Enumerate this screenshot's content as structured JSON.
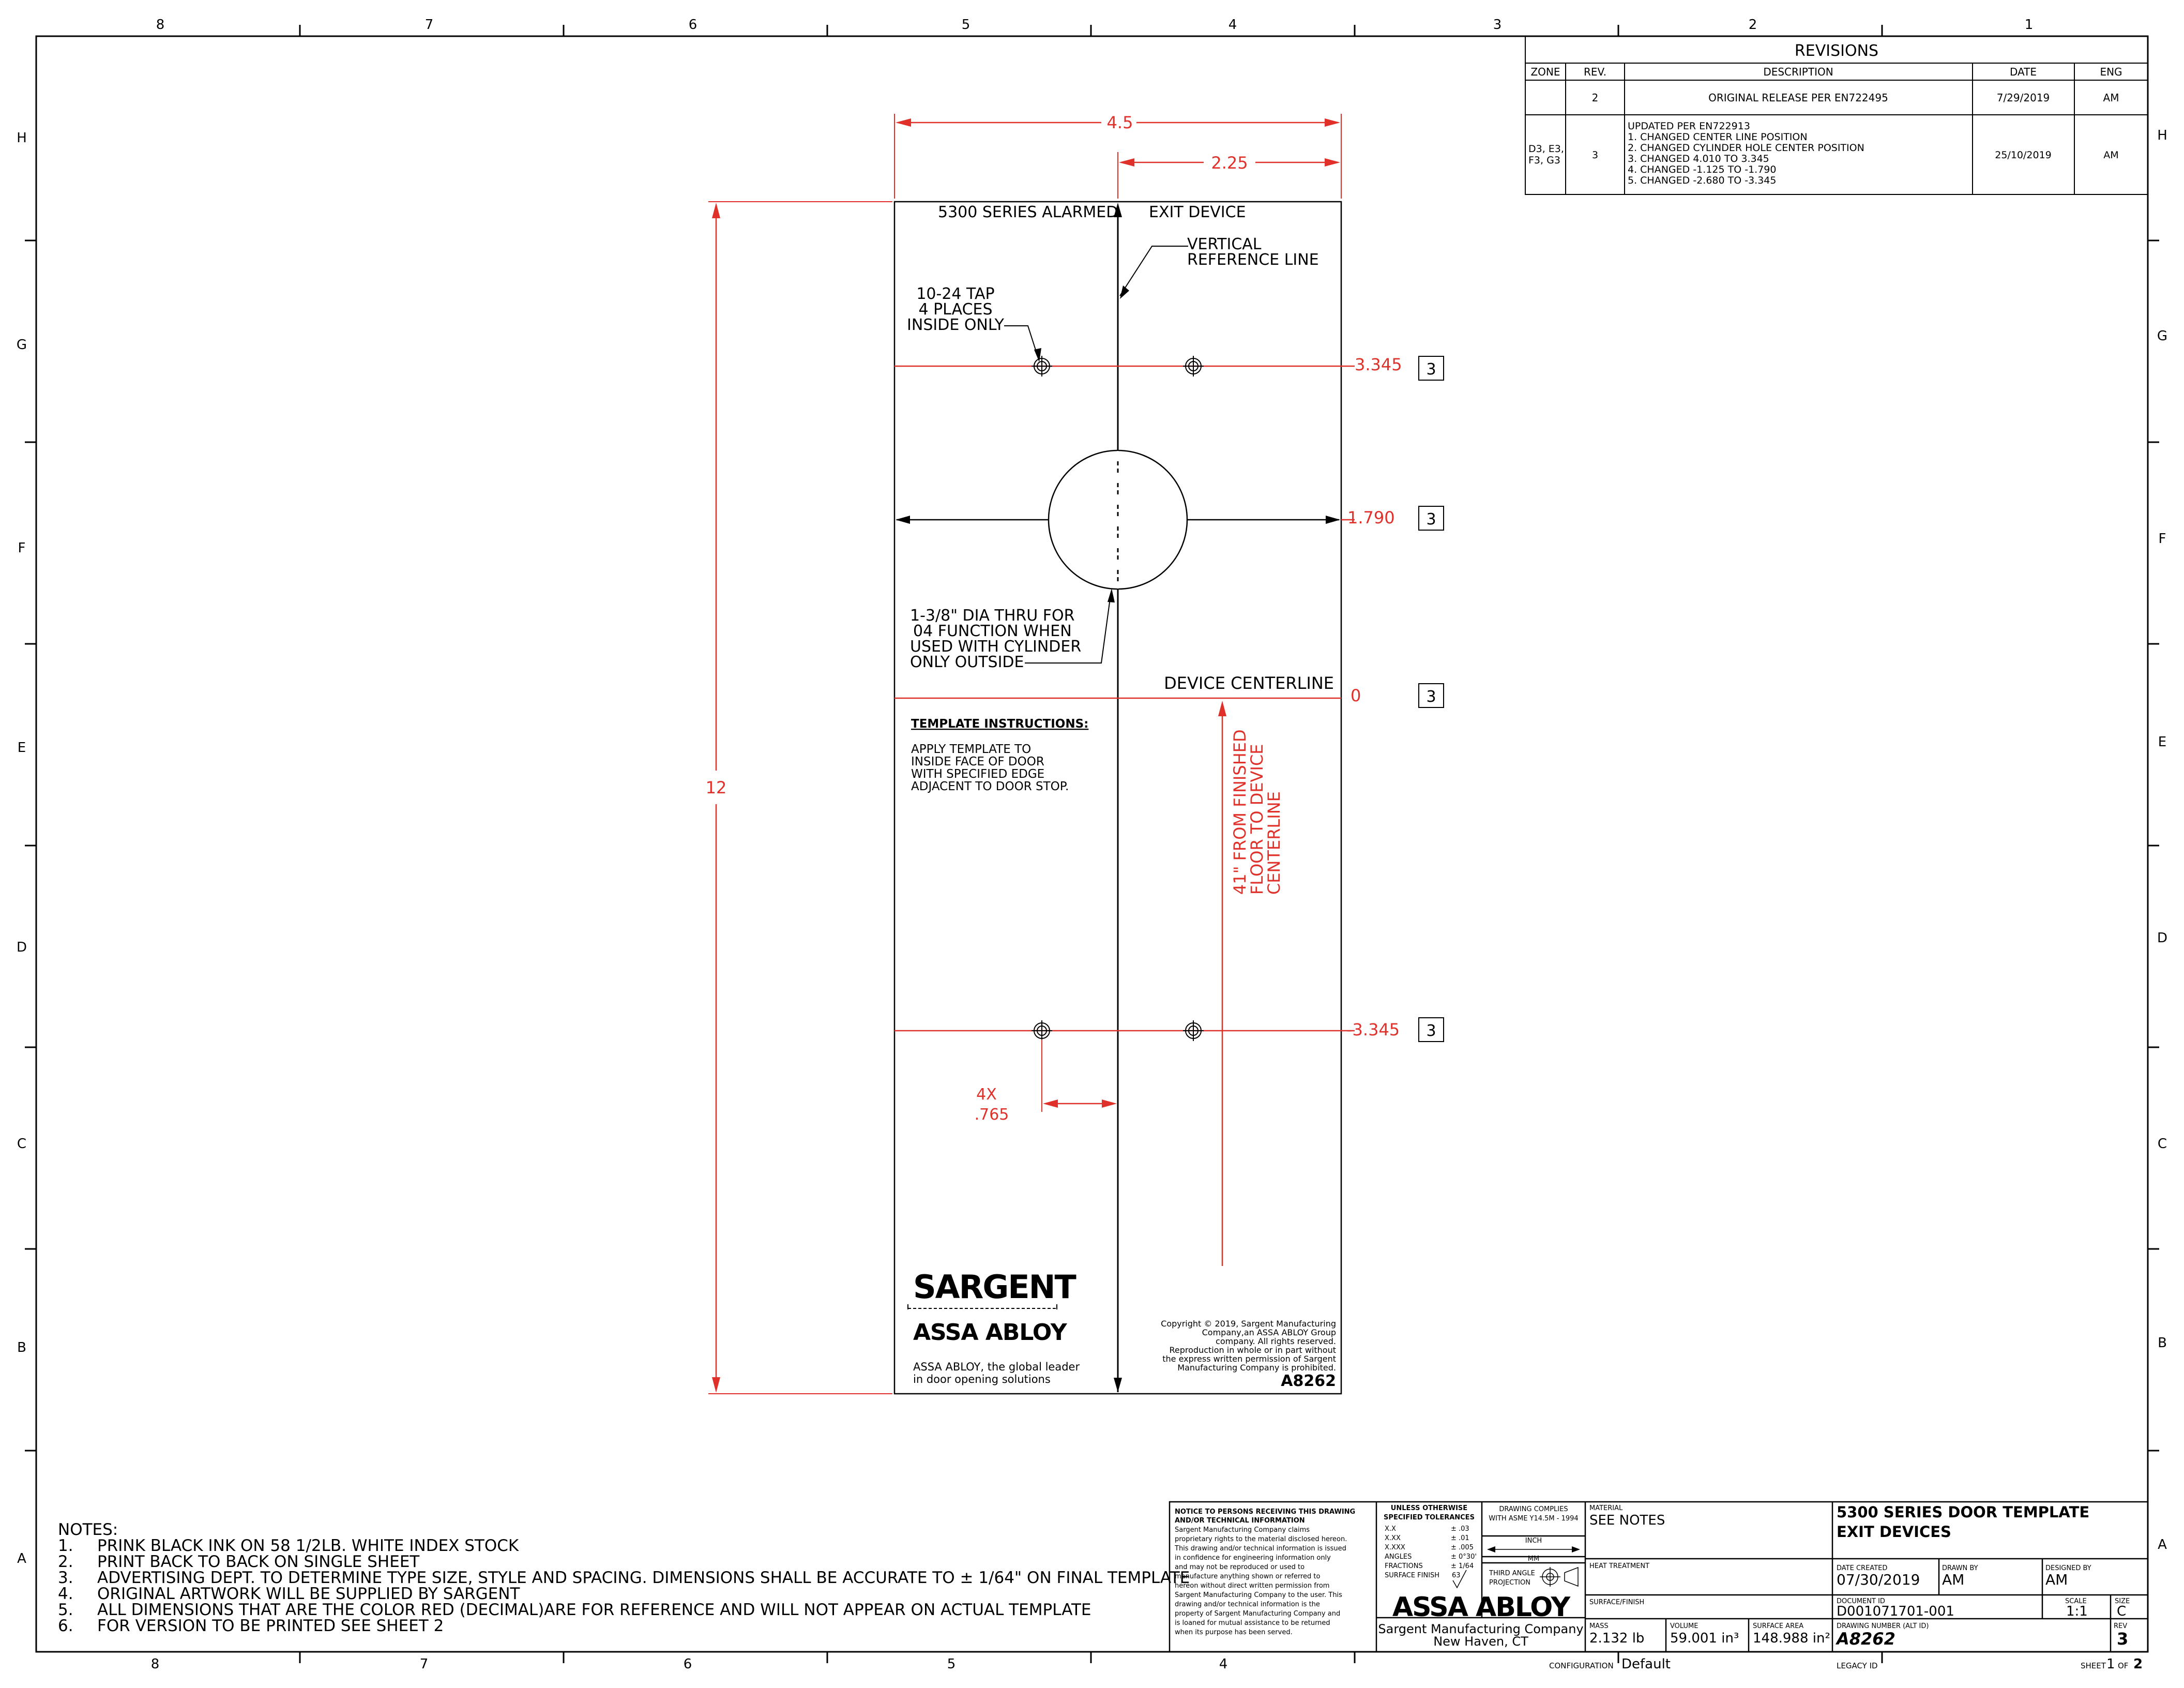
{
  "sheet": {
    "zones_top": [
      "8",
      "7",
      "6",
      "5",
      "4",
      "3",
      "2",
      "1"
    ],
    "zones_side": [
      "H",
      "G",
      "F",
      "E",
      "D",
      "C",
      "B",
      "A"
    ]
  },
  "revisions": {
    "title": "REVISIONS",
    "headers": [
      "ZONE",
      "REV.",
      "DESCRIPTION",
      "DATE",
      "ENG"
    ],
    "rows": [
      {
        "zone": [],
        "rev": "2",
        "description": [
          "ORIGINAL RELEASE PER EN722495"
        ],
        "date": "7/29/2019",
        "eng": "AM"
      },
      {
        "zone": [
          "D3, E3,",
          "F3, G3"
        ],
        "rev": "3",
        "description": [
          "UPDATED PER EN722913",
          "1. CHANGED CENTER LINE POSITION",
          "2. CHANGED CYLINDER HOLE CENTER POSITION",
          "3. CHANGED 4.010 TO 3.345",
          "4. CHANGED -1.125 TO -1.790",
          "5. CHANGED -2.680 TO -3.345"
        ],
        "date": "25/10/2019",
        "eng": "AM"
      }
    ]
  },
  "template": {
    "title_left": "5300 SERIES ALARMED",
    "title_right": "EXIT DEVICE",
    "vertical_ref": [
      "VERTICAL",
      "REFERENCE LINE"
    ],
    "tap_note": [
      "10-24 TAP",
      "4 PLACES",
      "INSIDE ONLY"
    ],
    "cyl_note": [
      "1-3/8\" DIA THRU FOR",
      "04 FUNCTION WHEN",
      "USED WITH CYLINDER",
      "ONLY OUTSIDE"
    ],
    "device_centerline": "DEVICE CENTERLINE",
    "instructions_title": "TEMPLATE INSTRUCTIONS:",
    "instructions": [
      "APPLY TEMPLATE TO",
      "INSIDE FACE OF DOOR",
      "WITH SPECIFIED EDGE",
      "ADJACENT TO DOOR STOP."
    ],
    "vertical_note": [
      "41\" FROM FINISHED",
      "FLOOR TO DEVICE",
      "CENTERLINE"
    ],
    "brand": "SARGENT",
    "brand_sub": "ASSA ABLOY",
    "tagline": [
      "ASSA ABLOY, the global leader",
      "in door opening solutions"
    ],
    "copyright": [
      "Copyright © 2019, Sargent Manufacturing",
      "Company,an ASSA ABLOY Group",
      "company. All rights reserved.",
      "Reproduction in whole or in part without",
      "the express written permission of Sargent",
      "Manufacturing Company is prohibited."
    ],
    "part_no": "A8262"
  },
  "dimensions": {
    "width": "4.5",
    "half_width": "2.25",
    "height": "12",
    "top_holes": "3.345",
    "cyl_hole": "1.790",
    "centerline": "0",
    "bottom_holes": "-3.345",
    "hole_offset": [
      "4X",
      ".765"
    ],
    "rev_tag": "3"
  },
  "notes": {
    "title": "NOTES:",
    "items": [
      {
        "num": "1.",
        "text": "PRINK BLACK INK ON 58 1/2LB. WHITE INDEX STOCK"
      },
      {
        "num": "2.",
        "text": "PRINT BACK TO BACK ON SINGLE SHEET"
      },
      {
        "num": "3.",
        "text": "ADVERTISING DEPT. TO DETERMINE TYPE SIZE, STYLE AND SPACING. DIMENSIONS SHALL BE ACCURATE TO ± 1/64\" ON FINAL TEMPLATE"
      },
      {
        "num": "4.",
        "text": "ORIGINAL ARTWORK WILL BE SUPPLIED BY SARGENT"
      },
      {
        "num": "5.",
        "text": "ALL DIMENSIONS THAT ARE THE COLOR RED (DECIMAL)ARE FOR REFERENCE AND WILL NOT APPEAR ON ACTUAL TEMPLATE"
      },
      {
        "num": "6.",
        "text": "FOR VERSION TO BE PRINTED SEE SHEET 2"
      }
    ]
  },
  "title_block": {
    "notice_title": [
      "NOTICE TO PERSONS RECEIVING THIS DRAWING",
      "AND/OR TECHNICAL INFORMATION"
    ],
    "notice_body": [
      "Sargent Manufacturing Company claims",
      "proprietary rights to the material disclosed hereon.",
      "This drawing and/or technical information is issued",
      "in confidence for engineering information only",
      "and may not be reproduced or used to",
      "manufacture anything shown or referred to",
      "hereon without direct written permission from",
      "Sargent Manufacturing Company to the user. This",
      "drawing and/or technical information is the",
      "property of Sargent Manufacturing Company and",
      "is loaned for mutual assistance to be returned",
      "when its purpose has been served."
    ],
    "tol_title": [
      "UNLESS OTHERWISE",
      "SPECIFIED TOLERANCES"
    ],
    "tolerances": [
      {
        "k": "X.X",
        "v": "± .03"
      },
      {
        "k": "X.XX",
        "v": "± .01"
      },
      {
        "k": "X.XXX",
        "v": "± .005"
      },
      {
        "k": "ANGLES",
        "v": "± 0°30'"
      },
      {
        "k": "FRACTIONS",
        "v": "± 1/64"
      },
      {
        "k": "SURFACE FINISH",
        "v": "63"
      }
    ],
    "complies": [
      "DRAWING COMPLIES",
      "WITH ASME Y14.5M - 1994"
    ],
    "inch": "INCH",
    "mm": "MM",
    "projection": [
      "THIRD ANGLE",
      "PROJECTION"
    ],
    "company_logo": "ASSA ABLOY",
    "company": "Sargent Manufacturing Company",
    "city": "New Haven, CT",
    "material_label": "MATERIAL",
    "material": "SEE NOTES",
    "heat_label": "HEAT TREATMENT",
    "surface_label": "SURFACE/FINISH",
    "title1": "5300 SERIES DOOR TEMPLATE",
    "title2": "EXIT DEVICES",
    "date_created_label": "DATE CREATED",
    "date_created": "07/30/2019",
    "drawn_by_label": "DRAWN BY",
    "drawn_by": "AM",
    "designed_by_label": "DESIGNED BY",
    "designed_by": "AM",
    "document_id_label": "DOCUMENT ID",
    "document_id": "D001071701-001",
    "scale_label": "SCALE",
    "scale": "1:1",
    "size_label": "SIZE",
    "size": "C",
    "mass_label": "MASS",
    "mass": "2.132 lb",
    "volume_label": "VOLUME",
    "volume": "59.001 in³",
    "surface_area_label": "SURFACE AREA",
    "surface_area": "148.988 in²",
    "drawing_number_label": "DRAWING NUMBER (ALT ID)",
    "drawing_number": "A8262",
    "rev_label": "REV",
    "rev": "3",
    "config_label": "CONFIGURATION",
    "config": "Default",
    "legacy_label": "LEGACY ID",
    "sheet_label": "SHEET",
    "sheet": "1",
    "of_label": "OF",
    "sheet_total": "2"
  }
}
